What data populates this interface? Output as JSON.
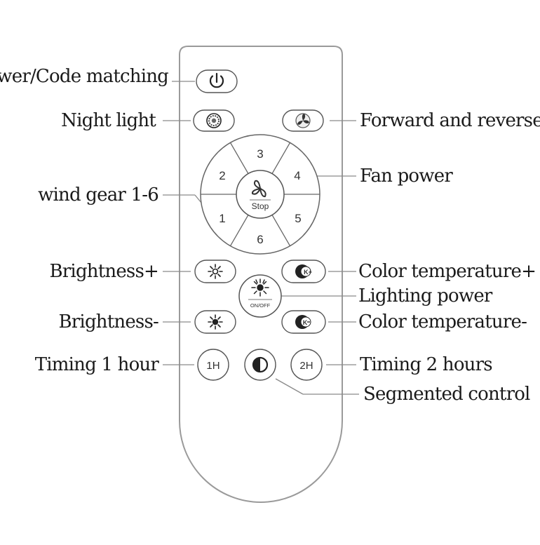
{
  "labels": {
    "power_code": "Power/Code matching",
    "night_light": "Night light",
    "forward_reverse": "Forward and reverse",
    "fan_power": "Fan power",
    "wind_gear": "wind gear 1-6",
    "brightness_plus": "Brightness+",
    "color_temp_plus": "Color temperature+",
    "lighting_power": "Lighting power",
    "brightness_minus": "Brightness-",
    "color_temp_minus": "Color temperature-",
    "timing_1": "Timing 1 hour",
    "timing_2": "Timing 2 hours",
    "segmented": "Segmented control"
  },
  "buttons": {
    "gear_1": "1",
    "gear_2": "2",
    "gear_3": "3",
    "gear_4": "4",
    "gear_5": "5",
    "gear_6": "6",
    "stop": "Stop",
    "onoff": "ON/OFF",
    "timer_1h": "1H",
    "timer_2h": "2H",
    "k_plus": "K+",
    "k_minus": "K"
  },
  "icons": {
    "power": "power-icon",
    "night_light": "night-light-icon",
    "forward_reverse": "fan-blade-icon",
    "fan": "fan-icon",
    "sun": "sun-icon",
    "color_temp": "color-temperature-icon",
    "segmented": "half-circle-icon"
  }
}
